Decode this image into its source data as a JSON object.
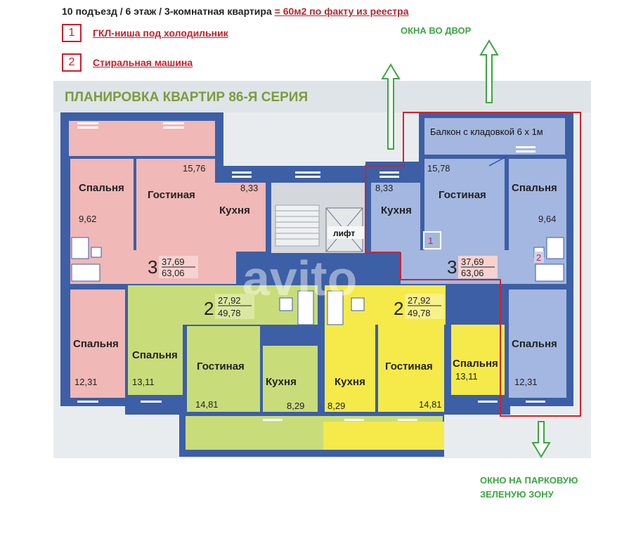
{
  "header": {
    "info": "10 подъезд / 6 этаж / 3-комнатная квартира",
    "area_note": "= 60м2 по факту из реестра"
  },
  "legend": [
    {
      "num": "1",
      "label": "ГКЛ-ниша под холодильник"
    },
    {
      "num": "2",
      "label": "Стиральная машина"
    }
  ],
  "notes": {
    "courtyard_line": "ОКНА ВО ДВОР",
    "park_line1": "ОКНО НА ПАРКОВУЮ",
    "park_line2": "ЗЕЛЕНУЮ ЗОНУ",
    "balcony": "Балкон с кладовкой 6 х 1м",
    "lift": "лифт"
  },
  "plan": {
    "title": "ПЛАНИРОВКА КВАРТИР 86-Я СЕРИЯ",
    "watermark": "avito",
    "marker1": "1",
    "marker2": "2",
    "colors": {
      "pink": "#f0b8b6",
      "blue": "#a4b7e0",
      "green": "#c8dc7a",
      "yellow": "#f5ea4a",
      "wall": "#3c5fa6",
      "red_outline": "#d4212a",
      "green_arrow": "#3aa641"
    },
    "rooms": {
      "l_bed1_name": "Спальня",
      "l_bed1_area": "9,62",
      "l_living_name": "Гостиная",
      "l_living_area": "15,76",
      "l_kitchen_name": "Кухня",
      "l_kitchen_area": "8,33",
      "l_bed2_name": "Спальня",
      "l_bed2_area": "12,31",
      "g_bed_name": "Спальня",
      "g_bed_area": "13,11",
      "g_living_name": "Гостиная",
      "g_living_area": "14,81",
      "g_kitchen_name": "Кухня",
      "g_kitchen_area": "8,29",
      "y_kitchen_name": "Кухня",
      "y_kitchen_area": "8,29",
      "y_living_name": "Гостиная",
      "y_living_area": "14,81",
      "y_bed_name": "Спальня",
      "y_bed_area": "13,11",
      "r_kitchen_name": "Кухня",
      "r_kitchen_area": "8,33",
      "r_living_name": "Гостиная",
      "r_living_area": "15,78",
      "r_bed1_name": "Спальня",
      "r_bed1_area": "9,64",
      "r_bed2_name": "Спальня",
      "r_bed2_area": "12,31"
    },
    "apartments": {
      "left": {
        "rooms": "3",
        "living": "37,69",
        "total": "63,06"
      },
      "green": {
        "rooms": "2",
        "living": "27,92",
        "total": "49,78"
      },
      "yellow": {
        "rooms": "2",
        "living": "27,92",
        "total": "49,78"
      },
      "right": {
        "rooms": "3",
        "living": "37,69",
        "total": "63,06"
      }
    }
  }
}
